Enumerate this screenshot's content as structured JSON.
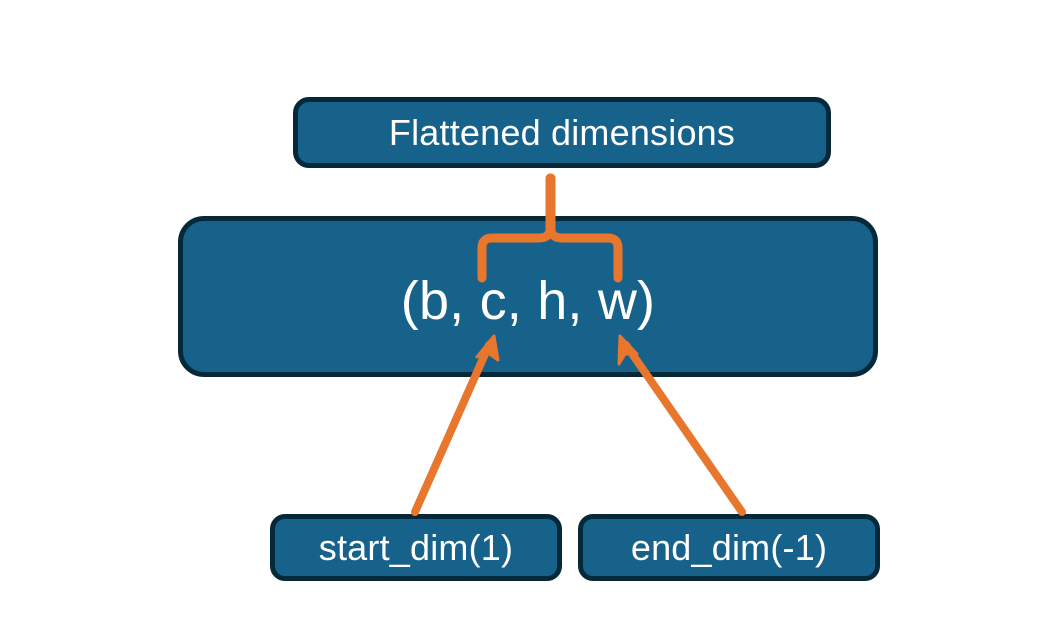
{
  "diagram": {
    "title": "Flatten dimensions diagram",
    "colors": {
      "background": "#ffffff",
      "node_fill": "#17628A",
      "node_border": "#06293A",
      "node_text": "#ffffff",
      "connector": "#E8762C"
    },
    "nodes": [
      {
        "id": "flattened",
        "label": "Flattened dimensions",
        "role": "annotation-box-top"
      },
      {
        "id": "shape",
        "label": "(b, c, h, w)",
        "role": "tensor-shape-box"
      },
      {
        "id": "start_dim",
        "label": "start_dim(1)",
        "role": "argument-box-left"
      },
      {
        "id": "end_dim",
        "label": "end_dim(-1)",
        "role": "argument-box-right"
      }
    ],
    "connectors": [
      {
        "id": "brace",
        "type": "curly-brace",
        "from": "shape-dims-c-h-w",
        "to": "flattened",
        "color": "#E8762C"
      },
      {
        "id": "arrow-start-dim",
        "type": "arrow",
        "from": "start_dim",
        "to": "shape-dim-c",
        "color": "#E8762C"
      },
      {
        "id": "arrow-end-dim",
        "type": "arrow",
        "from": "end_dim",
        "to": "shape-dim-w",
        "color": "#E8762C"
      }
    ]
  }
}
